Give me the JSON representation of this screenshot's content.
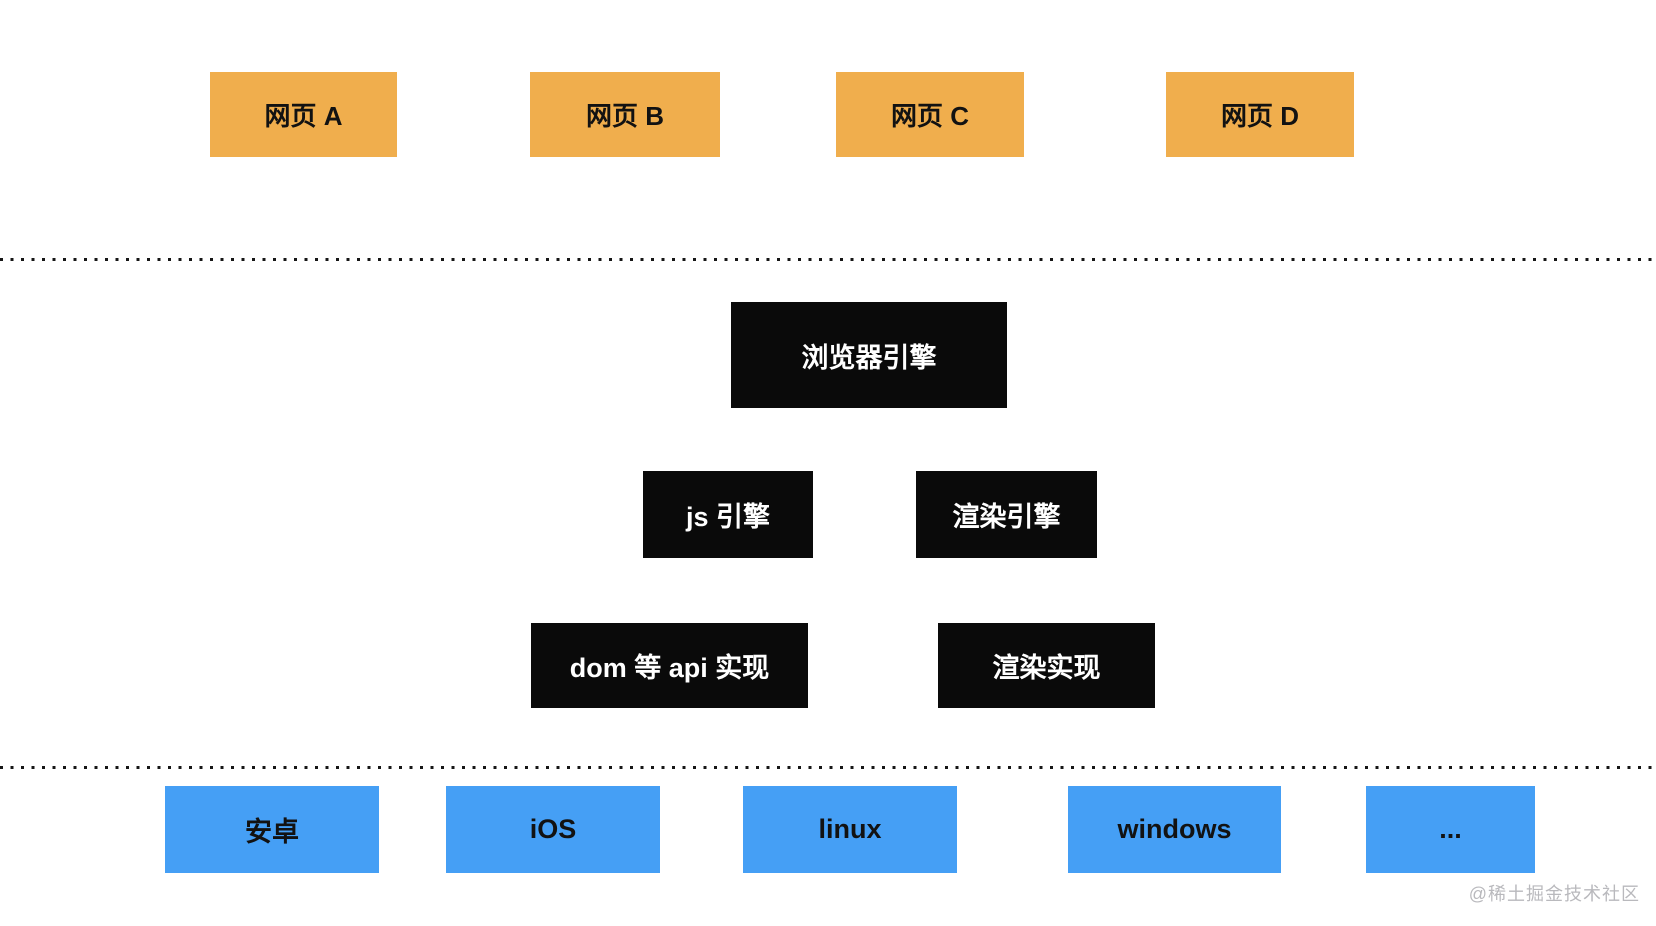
{
  "diagram": {
    "web_pages": {
      "items": [
        {
          "label": "网页 A"
        },
        {
          "label": "网页 B"
        },
        {
          "label": "网页 C"
        },
        {
          "label": "网页 D"
        }
      ]
    },
    "engine_layer": {
      "browser_engine": "浏览器引擎",
      "js_engine": "js 引擎",
      "render_engine": "渲染引擎",
      "dom_api_impl": "dom 等 api 实现",
      "render_impl": "渲染实现"
    },
    "platforms": {
      "items": [
        {
          "label": "安卓"
        },
        {
          "label": "iOS"
        },
        {
          "label": "linux"
        },
        {
          "label": "windows"
        },
        {
          "label": "..."
        }
      ]
    },
    "watermark": "@稀土掘金技术社区",
    "colors": {
      "web_page_fill": "#F0AE4D",
      "engine_fill": "#0A0A0A",
      "platform_fill": "#459FF5",
      "watermark_color": "#B9B9BD",
      "background": "#FFFFFF",
      "separator_dot": "#161616"
    }
  }
}
